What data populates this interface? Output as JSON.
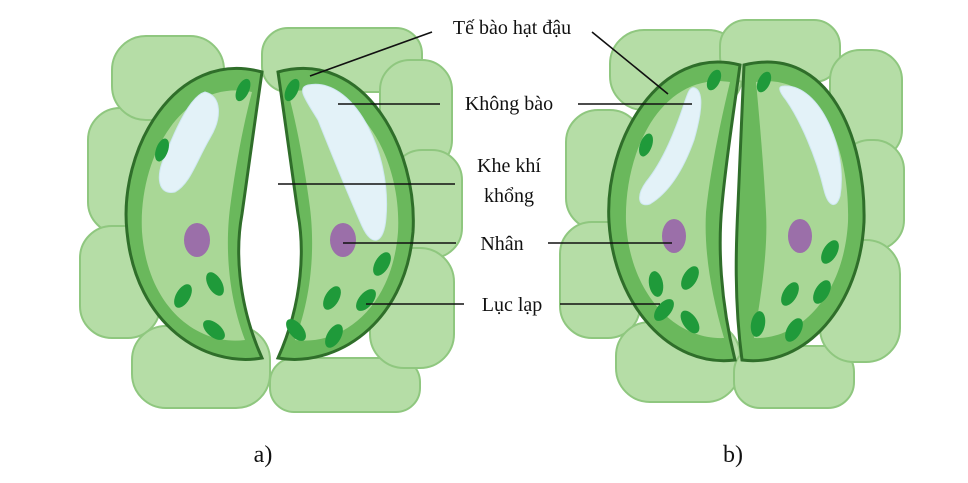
{
  "labels": {
    "guard_cell": "Tế bào hạt đậu",
    "vacuole": "Không bào",
    "stoma_line1": "Khe khí",
    "stoma_line2": "khổng",
    "nucleus": "Nhân",
    "chloroplast": "Lục lạp"
  },
  "captions": {
    "a": "a)",
    "b": "b)"
  },
  "colors": {
    "epidermis_fill": "#b5dda6",
    "epidermis_stroke": "#8fc77f",
    "guard_outer": "#6ab85c",
    "guard_fill": "#a9d796",
    "guard_stroke": "#2f6e2a",
    "thick_wall": "#74bf66",
    "vacuole": "#e3f2f8",
    "nucleus": "#9b6fa9",
    "chloroplast": "#1f9a3a",
    "text": "#111111",
    "leader_line": "#111111"
  }
}
